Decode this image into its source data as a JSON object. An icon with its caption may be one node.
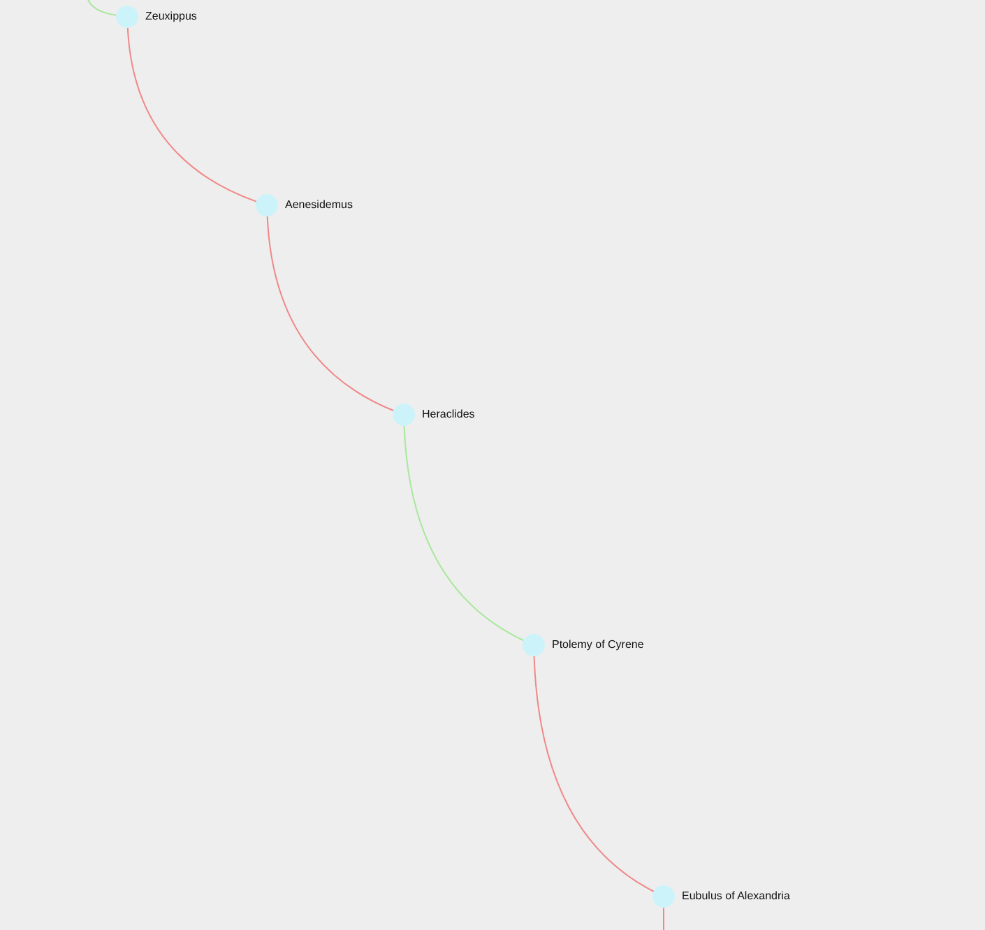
{
  "diagram": {
    "nodes": [
      {
        "text": [],
        "shape": "circle",
        "beside": [
          "Zeuxippus"
        ]
      },
      {
        "text": [],
        "shape": "circle",
        "beside": [
          "Aenesidemus"
        ]
      },
      {
        "text": [],
        "shape": "circle",
        "beside": [
          "Heraclides"
        ]
      },
      {
        "text": [],
        "shape": "circle",
        "beside": [
          "Ptolemy of Cyrene"
        ]
      },
      {
        "text": [],
        "shape": "circle",
        "beside": [
          "Eubulus of Alexandria"
        ]
      }
    ],
    "edges": [
      {
        "from": null,
        "to": 0,
        "arrow": "none",
        "color": "#a8e89c"
      },
      {
        "from": 0,
        "to": 1,
        "arrow": "none"
      },
      {
        "from": 1,
        "to": 2,
        "arrow": "none"
      },
      {
        "from": 2,
        "to": 3,
        "arrow": "none",
        "color": "#a8e89c"
      },
      {
        "from": 3,
        "to": 4,
        "arrow": "none"
      },
      {
        "from": 4,
        "to": null,
        "arrow": "none"
      }
    ]
  }
}
